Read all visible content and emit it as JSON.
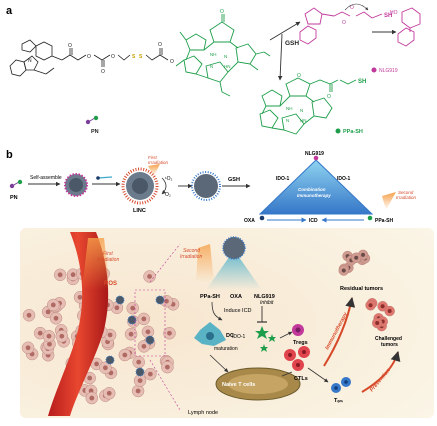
{
  "panel_a": {
    "label": "a",
    "reagent": "GSH",
    "legend": [
      {
        "name": "PN",
        "color": "#7a3f9a"
      },
      {
        "name": "NLG919",
        "color": "#c2399b"
      },
      {
        "name": "PPa-SH",
        "color": "#1e9e4a"
      }
    ],
    "sh_groups": [
      "SH",
      "SH"
    ],
    "ho_group": "HO",
    "atoms": {
      "o": "O",
      "s": "S",
      "n": "N",
      "nh": "NH",
      "hn": "HN"
    }
  },
  "panel_b": {
    "label": "b",
    "scheme": {
      "self_assemble": "Self-assemble",
      "pn": "PN",
      "first_irradiation": "First\nIrradiation",
      "o2_singlet": "¹O₂",
      "o2": "O₂",
      "linc": "LINC",
      "gsh": "GSH",
      "nlg919": "NLG919",
      "ido1_left": "IDO-1",
      "ido1_right": "IDO-1",
      "triangle_center": "Immunotherapy",
      "triangle_center2": "Combination",
      "oxa": "OXA",
      "icd": "ICD",
      "ppa_sh": "PPa-SH",
      "second_irradiation": "Second\nIrradiation"
    },
    "illustration": {
      "first_irradiation": "First\nIrradiation",
      "second_irradiation": "Second\nIrradiation",
      "ros": "ROS",
      "ppa_sh": "PPa-SH",
      "oxa": "OXA",
      "nlg919": "NLG919",
      "induce_icd": "Induce ICD",
      "inhibit": "Inhibit",
      "ido1": "IDO-1",
      "tregs": "Tregs",
      "dc_maturation": "DC\nmaturation",
      "ctls": "CTLs",
      "naive_t_cells": "Naive T cells",
      "lymph_node": "Lymph node",
      "tem": "Tₑₘ",
      "residual_tumors": "Residual tumors",
      "immunotherapy": "Immunotherapy",
      "challenged_tumors": "Challenged\ntumors",
      "prevention": "Prevention"
    }
  }
}
